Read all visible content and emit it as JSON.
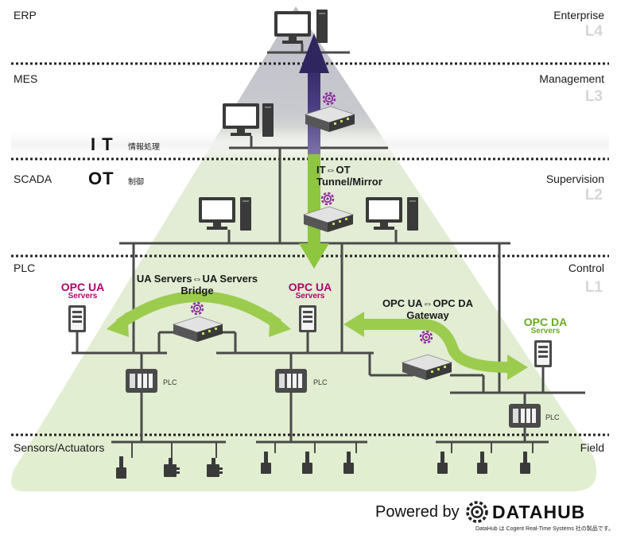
{
  "levels": {
    "l4": {
      "left_label": "ERP",
      "right_label": "Enterprise",
      "code": "L4"
    },
    "l3": {
      "left_label": "MES",
      "right_label": "Management",
      "code": "L3"
    },
    "l2": {
      "left_label": "SCADA",
      "right_label": "Supervision",
      "code": "L2"
    },
    "l1": {
      "left_label": "PLC",
      "right_label": "Control",
      "code": "L1"
    },
    "field": {
      "left_label": "Sensors/Actuators",
      "right_label": "Field"
    }
  },
  "zones": {
    "it": {
      "label": "I T",
      "jp": "情報処理"
    },
    "ot": {
      "label": "OT",
      "jp": "制御"
    }
  },
  "annotations": {
    "tunnel_line1": "IT⇔OT",
    "tunnel_line2": "Tunnel/Mirror",
    "bridge_line1": "UA Servers⇔UA Servers",
    "bridge_line2": "Bridge",
    "gateway_line1": "OPC UA⇔OPC DA",
    "gateway_line2": "Gateway"
  },
  "servers": {
    "opc_ua_left": {
      "title": "OPC UA",
      "sub": "Servers"
    },
    "opc_ua_center": {
      "title": "OPC UA",
      "sub": "Servers"
    },
    "opc_da": {
      "title": "OPC DA",
      "sub": "Servers"
    }
  },
  "plc_labels": [
    "PLC",
    "PLC",
    "PLC"
  ],
  "footer": {
    "powered_by": "Powered by",
    "brand": "DATAHUB",
    "note": "DataHub は Cogent Real-Time Systems 社の製品です。"
  },
  "colors": {
    "magenta": "#b5006e",
    "green": "#6aaa22",
    "arrow_green": "#9ccc4e",
    "tunnel_purple": "#3b2e6e"
  }
}
